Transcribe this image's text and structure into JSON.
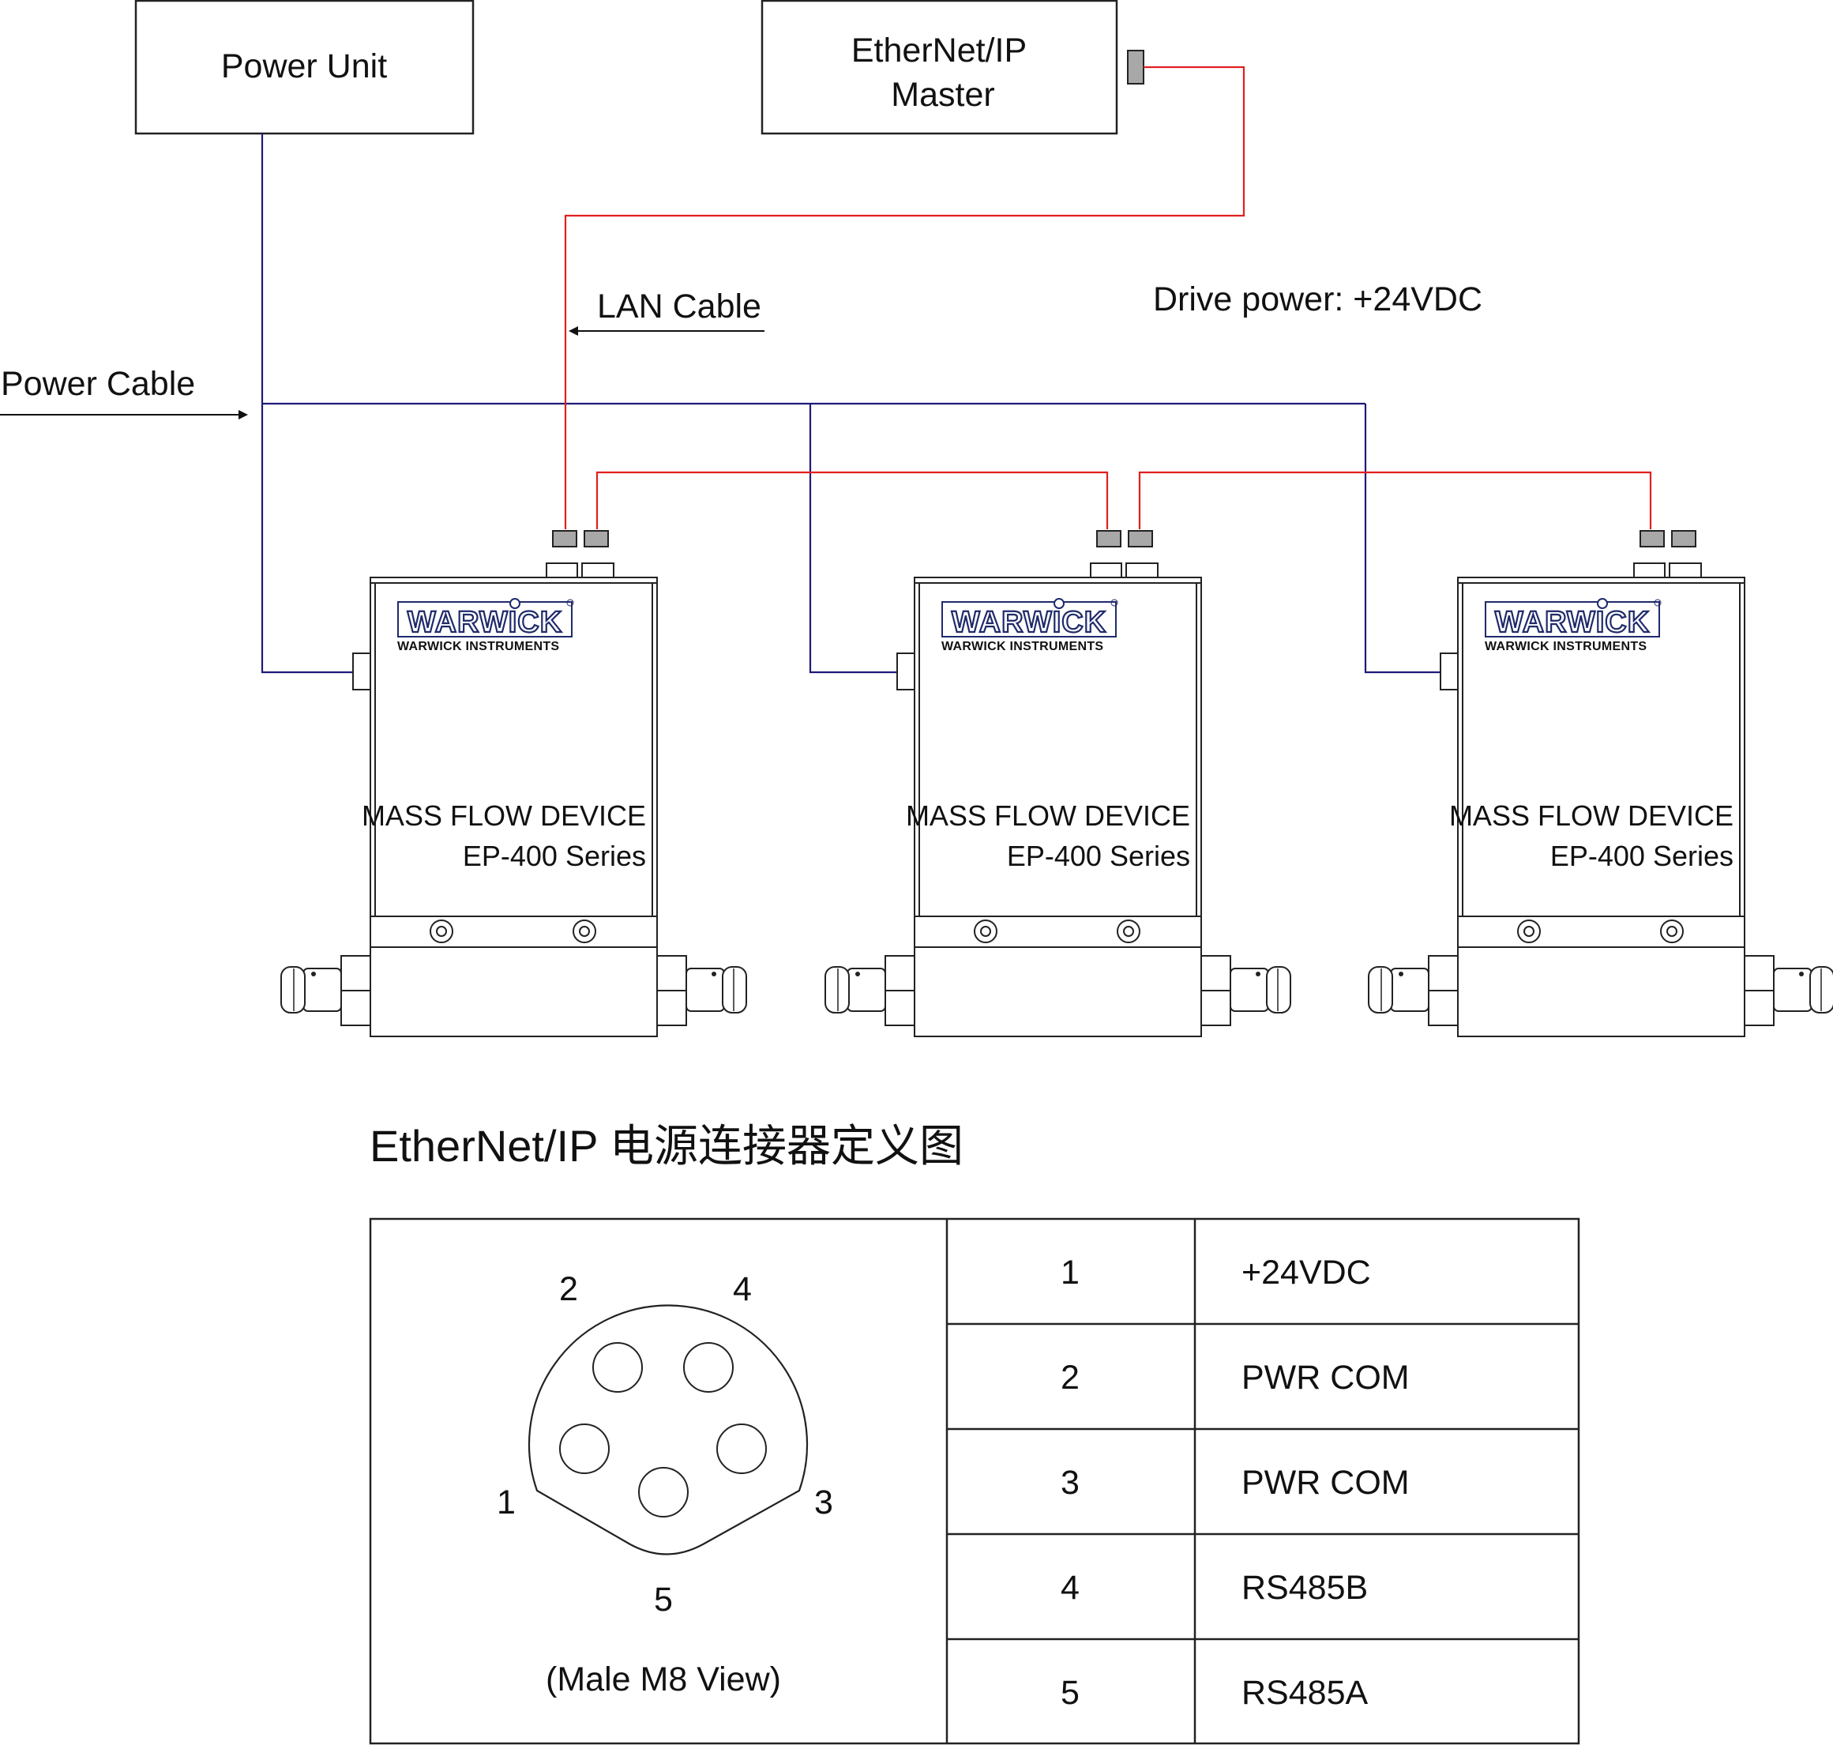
{
  "top": {
    "power_unit": "Power  Unit",
    "master_line1": "EtherNet/IP",
    "master_line2": "Master",
    "drive_power": "Drive power: +24VDC",
    "lan_cable": "LAN Cable",
    "power_cable": "Power Cable"
  },
  "devices": [
    {
      "brand": "WARWICK",
      "brand_sub": "WARWICK INSTRUMENTS",
      "name": "MASS FLOW DEVICE",
      "series": "EP-400 Series"
    },
    {
      "brand": "WARWICK",
      "brand_sub": "WARWICK INSTRUMENTS",
      "name": "MASS FLOW DEVICE",
      "series": "EP-400 Series"
    },
    {
      "brand": "WARWICK",
      "brand_sub": "WARWICK INSTRUMENTS",
      "name": "MASS FLOW DEVICE",
      "series": "EP-400 Series"
    }
  ],
  "connector": {
    "title": "EtherNet/IP 电源连接器定义图",
    "view_label": "(Male M8 View)",
    "pin_labels": [
      "1",
      "2",
      "3",
      "4",
      "5"
    ],
    "table": [
      {
        "pin": "1",
        "signal": "+24VDC"
      },
      {
        "pin": "2",
        "signal": "PWR COM"
      },
      {
        "pin": "3",
        "signal": "PWR COM"
      },
      {
        "pin": "4",
        "signal": "RS485B"
      },
      {
        "pin": "5",
        "signal": "RS485A"
      }
    ]
  },
  "colors": {
    "power_line": "#1f1a7a",
    "lan_line": "#e02020",
    "outline": "#222222",
    "brand": "#1f2a6b"
  }
}
